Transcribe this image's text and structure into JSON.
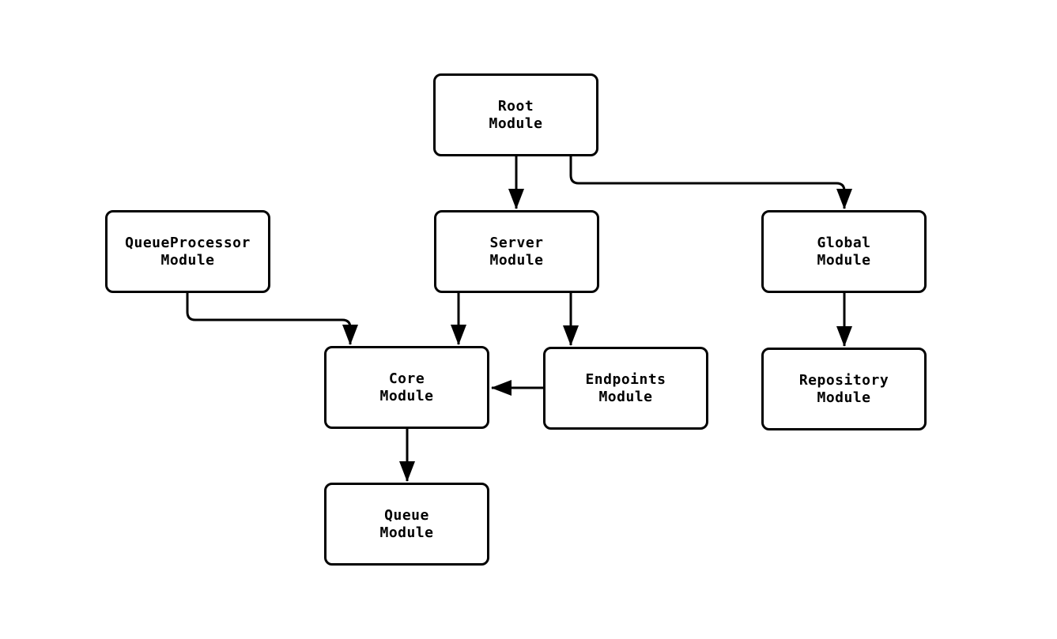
{
  "diagram": {
    "background_color": "#ffffff",
    "stroke_color": "#000000",
    "node_fill_color": "#ffffff",
    "text_color": "#000000",
    "nodes": [
      {
        "id": "root",
        "label": "Root\nModule"
      },
      {
        "id": "queueprocessor",
        "label": "QueueProcessor\nModule"
      },
      {
        "id": "server",
        "label": "Server\nModule"
      },
      {
        "id": "global",
        "label": "Global\nModule"
      },
      {
        "id": "core",
        "label": "Core\nModule"
      },
      {
        "id": "endpoints",
        "label": "Endpoints\nModule"
      },
      {
        "id": "repository",
        "label": "Repository\nModule"
      },
      {
        "id": "queue",
        "label": "Queue\nModule"
      }
    ],
    "edges": [
      {
        "from": "root",
        "to": "server"
      },
      {
        "from": "root",
        "to": "global"
      },
      {
        "from": "queueprocessor",
        "to": "core"
      },
      {
        "from": "server",
        "to": "core"
      },
      {
        "from": "server",
        "to": "endpoints"
      },
      {
        "from": "endpoints",
        "to": "core"
      },
      {
        "from": "global",
        "to": "repository"
      },
      {
        "from": "core",
        "to": "queue"
      }
    ]
  }
}
